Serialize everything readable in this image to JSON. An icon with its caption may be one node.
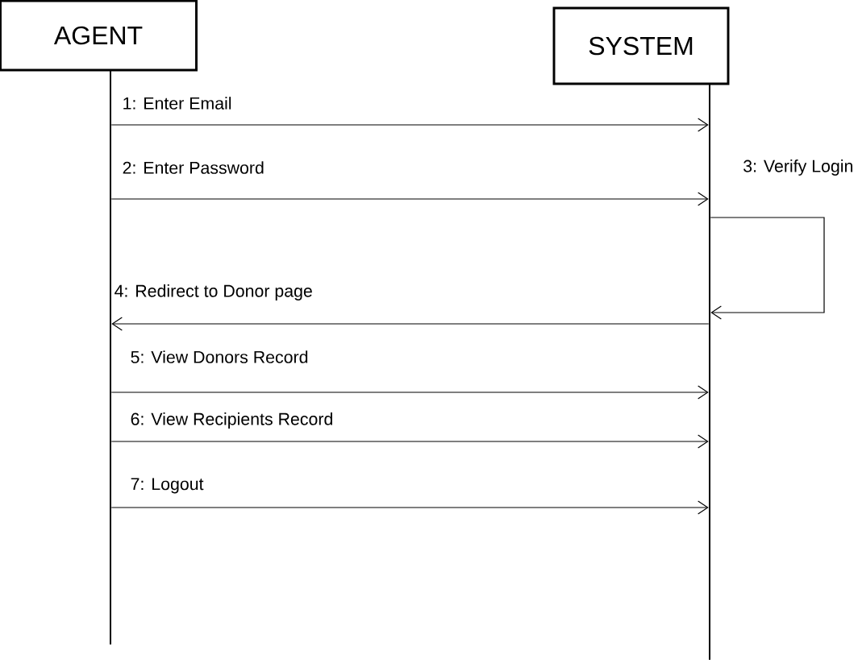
{
  "diagram": {
    "nodes": [
      {
        "text": [
          "AGENT"
        ]
      },
      {
        "text": [
          "SYSTEM"
        ]
      },
      {
        "text": [],
        "shape": "bar"
      },
      {
        "text": [],
        "shape": "bar"
      }
    ],
    "edges": [
      {
        "from": 2,
        "to": 3,
        "arrow": "to",
        "label": "1: Enter Email"
      },
      {
        "from": 2,
        "to": 3,
        "arrow": "to",
        "label": "2: Enter Password"
      },
      {
        "from": 3,
        "to": 3,
        "arrow": "to",
        "label": "3: Verify Login"
      },
      {
        "from": 3,
        "to": 2,
        "arrow": "to",
        "label": "4: Redirect to Donor page"
      },
      {
        "from": 2,
        "to": 3,
        "arrow": "to",
        "label": "5: View Donors Record"
      },
      {
        "from": 2,
        "to": 3,
        "arrow": "to",
        "label": "6: View Recipients Record"
      },
      {
        "from": 2,
        "to": 3,
        "arrow": "to",
        "label": "7: Logout"
      }
    ]
  }
}
